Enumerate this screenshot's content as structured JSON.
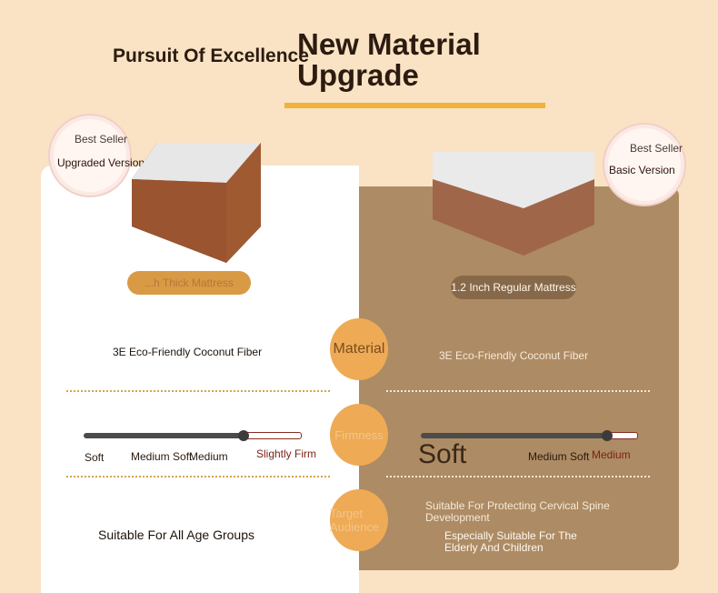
{
  "header": {
    "left_title": "Pursuit Of Excellence",
    "main_title_line1": "New Material",
    "main_title_line2": "Upgrade"
  },
  "left": {
    "badge_top": "Best Seller",
    "badge_bottom": "Upgraded Version",
    "product_pill": "...h Thick Mattress",
    "material": "3E Eco-Friendly Coconut Fiber",
    "firmness_labels": [
      "Soft",
      "Medium Soft",
      "Medium",
      "Slightly Firm"
    ],
    "audience": "Suitable For All Age Groups"
  },
  "right": {
    "badge_top": "Best Seller",
    "badge_bottom": "Basic Version",
    "product_pill": "1.2 Inch Regular Mattress",
    "material": "3E Eco-Friendly Coconut Fiber",
    "firmness_big": "Soft",
    "firmness_labels": [
      "Medium Soft",
      "Medium"
    ],
    "audience_line1": "Suitable For Protecting Cervical Spine Development",
    "audience_line2": "Especially Suitable For The Elderly And Children"
  },
  "center": {
    "material_label": "Material",
    "firmness_label": "Firmness",
    "audience_label": "Target Audience"
  },
  "colors": {
    "background": "#fae3c4",
    "accent": "#f0b23a",
    "right_card": "#ad8b64",
    "circle": "#eeaa55"
  }
}
